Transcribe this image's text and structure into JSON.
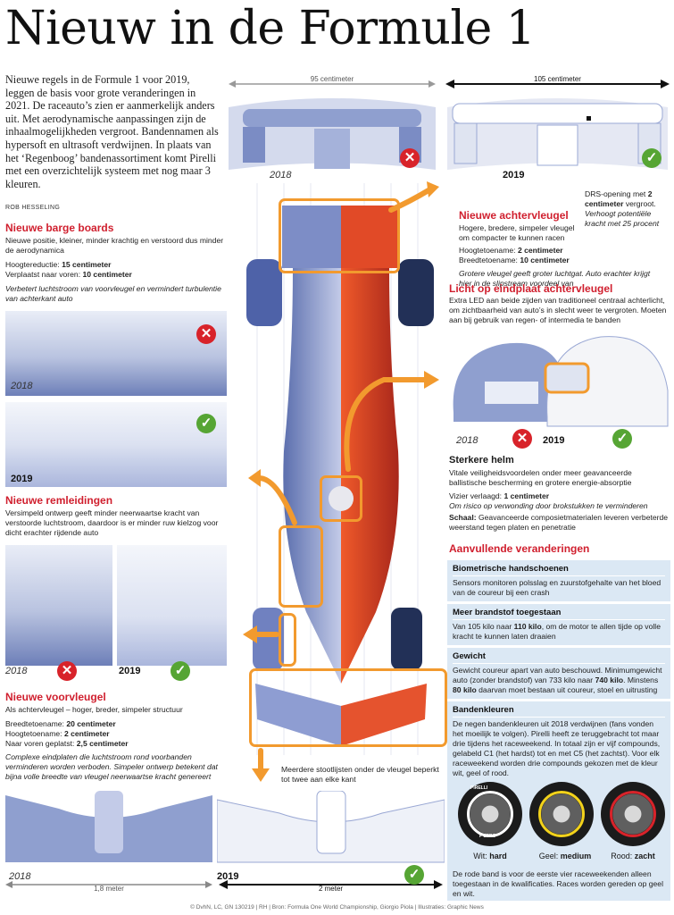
{
  "title": "Nieuw in de Formule 1",
  "intro": "Nieuwe regels in de Formule 1 voor 2019, leggen de basis voor grote veranderingen in 2021. De raceauto’s zien er aanmerkelijk anders uit. Met aerodynamische aanpassingen zijn de inhaalmogelijkheden vergroot. Bandennamen als hypersoft en ultrasoft verdwijnen. In plaats van het ‘Regenboog’ bandenassortiment komt Pirelli met een overzichtelijk systeem met nog maar 3 kleuren.",
  "author": "ROB HESSELING",
  "rear_wing_top": {
    "width_2018": "95 centimeter",
    "width_2019": "105 centimeter",
    "year_2018": "2018",
    "year_2019": "2019"
  },
  "barge_boards": {
    "heading": "Nieuwe barge boards",
    "text": "Nieuwe positie, kleiner, minder krachtig en verstoord dus minder de aerodynamica",
    "height_label": "Hoogtereductie:",
    "height_value": "15 centimeter",
    "forward_label": "Verplaatst naar voren:",
    "forward_value": "10 centimeter",
    "note": "Verbetert luchtstroom van voorvleugel en vermindert turbulentie van achterkant auto",
    "year_2018": "2018",
    "year_2019": "2019"
  },
  "brake_ducts": {
    "heading": "Nieuwe remleidingen",
    "text": "Versimpeld ontwerp geeft minder neerwaartse kracht van verstoorde luchtstroom, daardoor is er minder ruw kielzog voor dicht erachter rijdende auto",
    "year_2018": "2018",
    "year_2019": "2019"
  },
  "front_wing": {
    "heading": "Nieuwe voorvleugel",
    "text": "Als achtervleugel – hoger, breder, simpeler structuur",
    "width_label": "Breedtetoename:",
    "width_value": "20 centimeter",
    "height_label": "Hoogtetoename:",
    "height_value": "2 centimeter",
    "forward_label": "Naar voren geplatst:",
    "forward_value": "2,5 centimeter",
    "note": "Complexe eindplaten die luchtstroom rond voorbanden verminderen worden verboden. Simpeler ontwerp betekent dat bijna volle breedte van vleugel neerwaartse kracht genereert",
    "year_2018": "2018",
    "year_2019": "2019",
    "width_2018": "1,8 meter",
    "width_2019": "2 meter",
    "endplate_note": "Meerdere stootlijsten onder de vleugel beperkt tot twee aan elke kant"
  },
  "rear_wing": {
    "heading": "Nieuwe achtervleugel",
    "text": "Hogere, bredere, simpeler vleugel om compacter te kunnen racen",
    "height_label": "Hoogtetoename:",
    "height_value": "2 centimeter",
    "width_label": "Breedtetoename:",
    "width_value": "10 centimeter",
    "note": "Grotere vleugel geeft groter luchtgat. Auto erachter krijgt hier in de slipstream voordeel van",
    "drs_text": "DRS-opening met",
    "drs_value": "2 centimeter",
    "drs_suffix": "vergroot.",
    "drs_note": "Verhoogt potentiële kracht met 25 procent"
  },
  "endplate_light": {
    "heading": "Licht op eindplaat achtervleugel",
    "text": "Extra LED aan beide zijden van traditioneel centraal achterlicht, om zichtbaarheid van auto’s in slecht weer te vergroten. Moeten aan bij gebruik van regen- of intermedia te banden"
  },
  "helmet": {
    "heading": "Sterkere helm",
    "text": "Vitale veiligheidsvoordelen onder meer geavanceerde ballistische bescherming en grotere energie-absorptie",
    "visor_label": "Vizier verlaagd:",
    "visor_value": "1 centimeter",
    "visor_note": "Om risico op verwonding door brokstukken te verminderen",
    "shell_label": "Schaal:",
    "shell_text": "Geavanceerde composietmaterialen leveren verbeterde weerstand tegen platen en penetratie",
    "year_2018": "2018",
    "year_2019": "2019"
  },
  "additional": {
    "heading": "Aanvullende veranderingen",
    "gloves_title": "Biometrische handschoenen",
    "gloves_text": "Sensors monitoren polsslag en zuurstofgehalte van het bloed van de coureur bij een crash",
    "fuel_title": "Meer brandstof toegestaan",
    "fuel_text_a": "Van 105 kilo naar",
    "fuel_value": "110 kilo",
    "fuel_text_b": ", om de motor te allen tijde op volle kracht te kunnen laten draaien",
    "weight_title": "Gewicht",
    "weight_text_a": "Gewicht coureur apart van auto beschouwd. Minimumgewicht auto (zonder brandstof) van 733 kilo naar",
    "weight_value_a": "740 kilo",
    "weight_text_b": ". Minstens",
    "weight_value_b": "80 kilo",
    "weight_text_c": "daarvan moet bestaan uit coureur, stoel en uitrusting",
    "tyre_title": "Bandenkleuren",
    "tyre_text": "De negen bandenkleuren uit 2018 verdwijnen (fans vonden het moeilijk te volgen). Pirelli heeft ze teruggebracht tot maar drie tijdens het raceweekend. In totaal zijn er vijf compounds, gelabeld C1 (het hardst) tot en met C5 (het zachtst). Voor elk raceweekend worden drie compounds gekozen met de kleur wit, geel of rood.",
    "tyre_brand": "PIRELLI",
    "tyre_model": "P ZERO",
    "tyres": [
      {
        "label": "Wit:",
        "value": "hard",
        "color": "#ffffff"
      },
      {
        "label": "Geel:",
        "value": "medium",
        "color": "#f2d21b"
      },
      {
        "label": "Rood:",
        "value": "zacht",
        "color": "#d8232a"
      }
    ],
    "tyre_footer": "De rode band is voor de eerste vier raceweekenden alleen toegestaan in de kwalificaties. Races worden gereden op geel en wit."
  },
  "footer": "© DvhN, LC, GN 130219 | RH | Bron: Formula One World Championship, Giorgio Piola | Illustraties: Graphic News",
  "colors": {
    "accent_red": "#d01f2e",
    "accent_orange": "#f29a2e",
    "car_blue": "#6d7fb8",
    "car_red": "#d9401f",
    "box_blue": "#dbe8f4"
  }
}
